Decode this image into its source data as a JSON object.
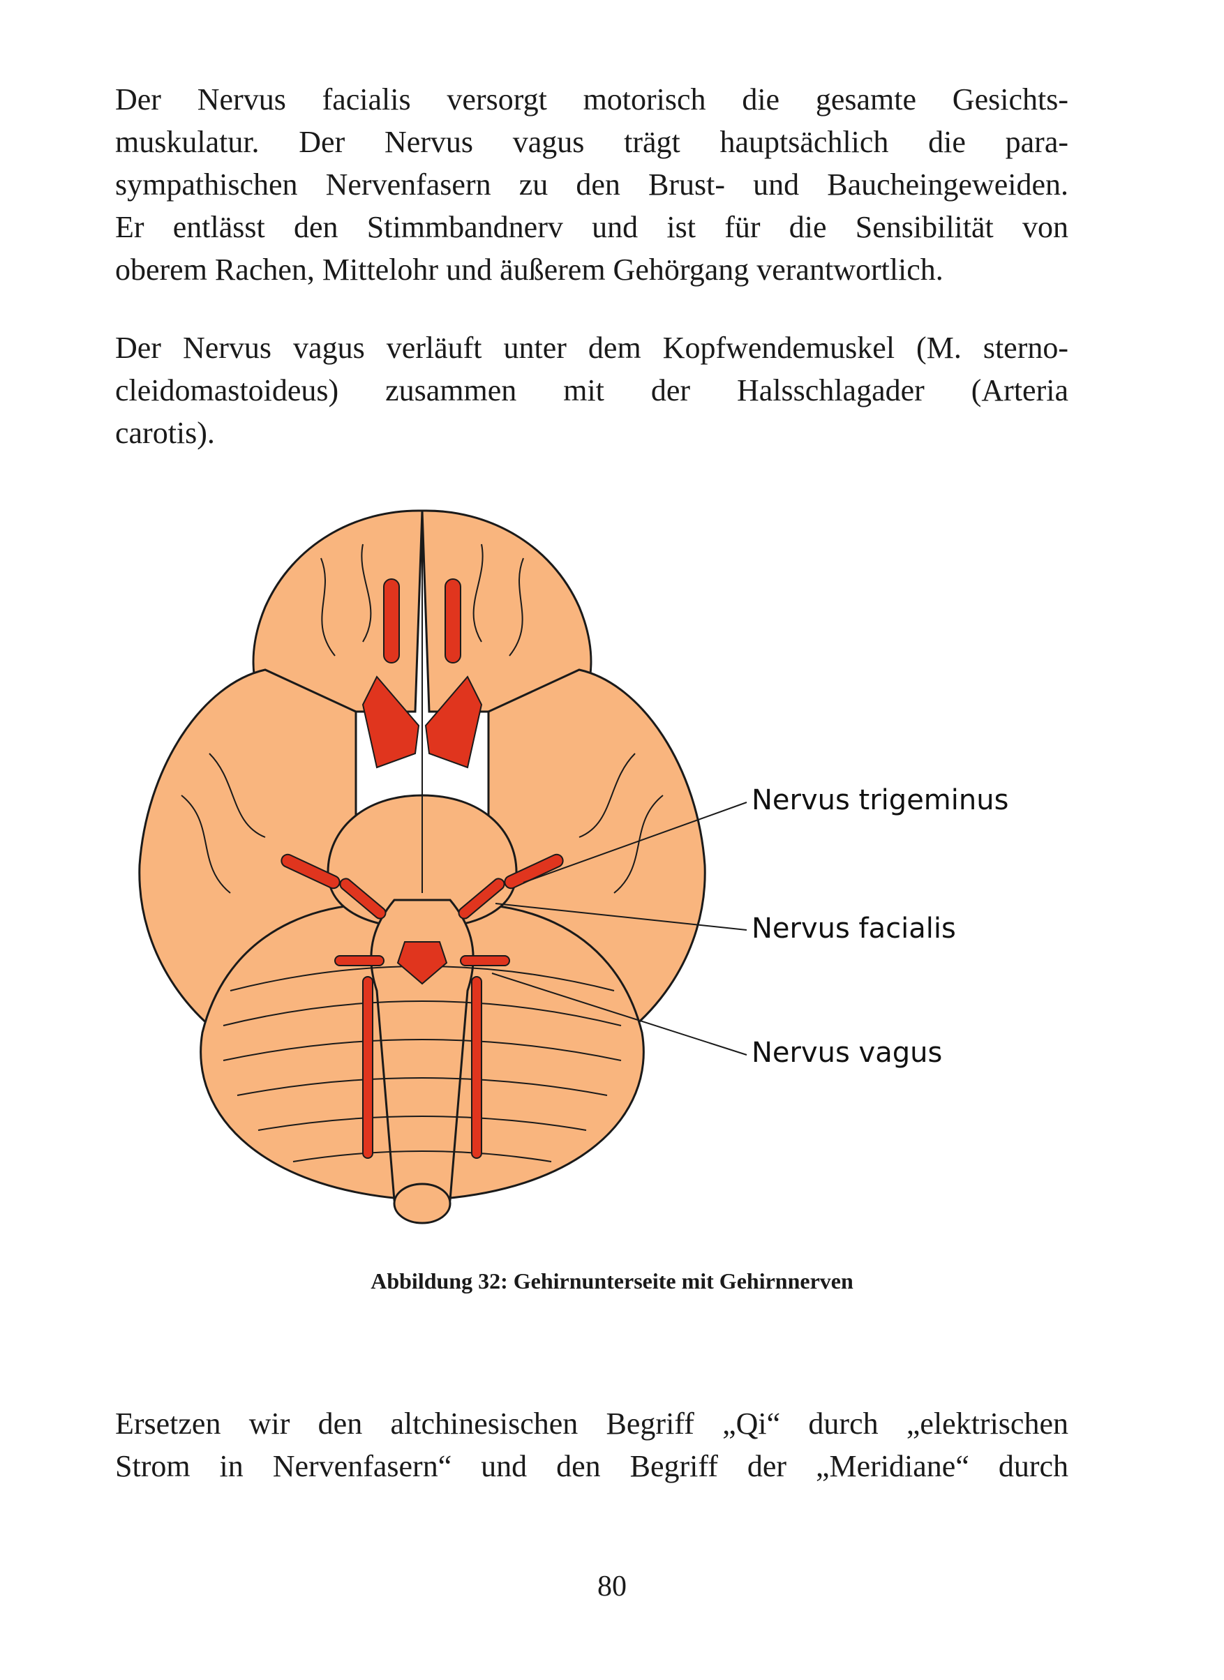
{
  "paragraphs": [
    {
      "lines": [
        "Der Nervus facialis versorgt motorisch die gesamte Gesichts-",
        "muskulatur. Der Nervus vagus trägt hauptsächlich die para-",
        "sympathischen Nervenfasern zu den Brust- und Baucheingeweiden.",
        "Er entlässt den Stimmbandnerv und ist für die Sensibilität von",
        "oberem Rachen, Mittelohr und äußerem Gehörgang verantwortlich."
      ]
    },
    {
      "lines": [
        "Der Nervus vagus verläuft unter dem Kopfwendemuskel (M. sterno-",
        "cleidomastoideus) zusammen mit der Halsschlagader (Arteria",
        "carotis)."
      ]
    },
    {
      "lines": [
        "Ersetzen wir den altchinesischen Begriff „Qi“ durch „elektrischen",
        "Strom in Nervenfasern“ und den Begriff der „Meridiane“ durch"
      ]
    }
  ],
  "figure": {
    "labels": [
      "Nervus trigeminus",
      "Nervus facialis",
      "Nervus vagus"
    ],
    "caption": "Abbildung 32: Gehirnunterseite mit Gehirnnerven",
    "colors": {
      "brain": "#f9b57e",
      "nerve": "#e0351e",
      "outline": "#1a1a1a"
    }
  },
  "page_number": "80"
}
